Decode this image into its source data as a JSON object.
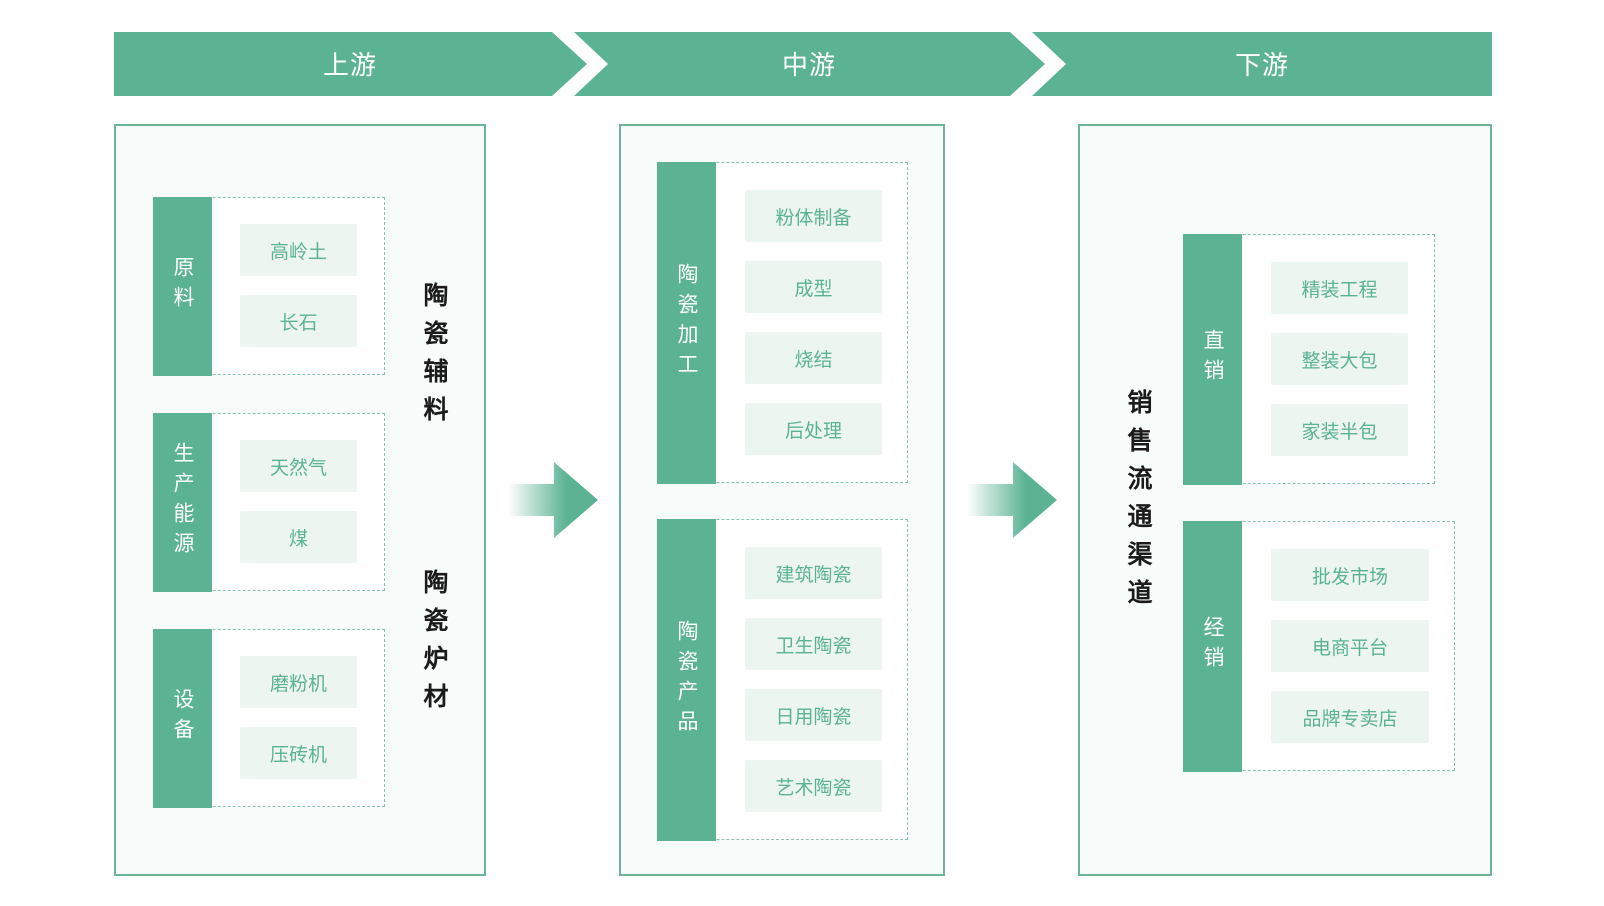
{
  "colors": {
    "primary": "#5bb393",
    "chip_bg": "#edf5f1",
    "panel_border": "#6cb596",
    "dashed_border": "#86c4a8",
    "side_text": "#1b1b1b"
  },
  "stages": [
    {
      "label": "上游"
    },
    {
      "label": "中游"
    },
    {
      "label": "下游"
    }
  ],
  "upstream": {
    "groups": [
      {
        "label": "原料",
        "items": [
          "高岭土",
          "长石"
        ]
      },
      {
        "label": "生产能源",
        "items": [
          "天然气",
          "煤"
        ]
      },
      {
        "label": "设备",
        "items": [
          "磨粉机",
          "压砖机"
        ]
      }
    ],
    "side_labels": [
      "陶瓷辅料",
      "陶瓷炉材"
    ]
  },
  "midstream": {
    "groups": [
      {
        "label": "陶瓷加工",
        "items": [
          "粉体制备",
          "成型",
          "烧结",
          "后处理"
        ]
      },
      {
        "label": "陶瓷产品",
        "items": [
          "建筑陶瓷",
          "卫生陶瓷",
          "日用陶瓷",
          "艺术陶瓷"
        ]
      }
    ]
  },
  "downstream": {
    "side_label": "销售流通渠道",
    "groups": [
      {
        "label": "直销",
        "items": [
          "精装工程",
          "整装大包",
          "家装半包"
        ]
      },
      {
        "label": "经销",
        "items": [
          "批发市场",
          "电商平台",
          "品牌专卖店"
        ]
      }
    ]
  }
}
